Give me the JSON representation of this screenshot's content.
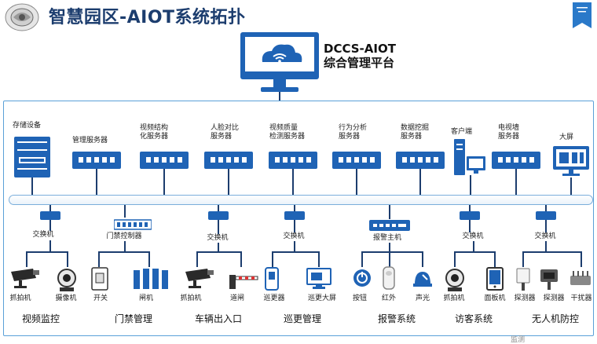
{
  "title": "智慧园区-AIOT系统拓扑",
  "platform": {
    "line1": "DCCS-AIOT",
    "line2": "综合管理平台"
  },
  "servers": [
    {
      "label": "存储设备"
    },
    {
      "label": "管理服务器"
    },
    {
      "label": "视频结构\n化服务器"
    },
    {
      "label": "人脸对比\n服务器"
    },
    {
      "label": "视频质量\n检测服务器"
    },
    {
      "label": "行为分析\n服务器"
    },
    {
      "label": "数据挖掘\n服务器"
    },
    {
      "label": "客户端"
    },
    {
      "label": "电视墙\n服务器"
    },
    {
      "label": "大屏"
    }
  ],
  "subsystems": [
    {
      "hub": "交换机",
      "name": "视频监控",
      "devices": [
        "抓拍机",
        "摄像机"
      ]
    },
    {
      "hub": "门禁控制器",
      "name": "门禁管理",
      "devices": [
        "开关",
        "闸机"
      ]
    },
    {
      "hub": "交换机",
      "name": "车辆出入口",
      "devices": [
        "抓拍机",
        "道闸"
      ]
    },
    {
      "hub": "交换机",
      "name": "巡更管理",
      "devices": [
        "巡更器",
        "巡更大屏"
      ]
    },
    {
      "hub": "报警主机",
      "name": "报警系统",
      "devices": [
        "按钮",
        "红外",
        "声光"
      ]
    },
    {
      "hub": "交换机",
      "name": "访客系统",
      "devices": [
        "抓拍机",
        "面板机"
      ]
    },
    {
      "hub": "交换机",
      "name": "无人机防控",
      "devices": [
        "探测器",
        "探测器",
        "干扰器"
      ]
    }
  ],
  "watermark": "监测",
  "colors": {
    "primary": "#1f63b5",
    "dark": "#1c3d6e",
    "frame": "#5aa0d8"
  }
}
